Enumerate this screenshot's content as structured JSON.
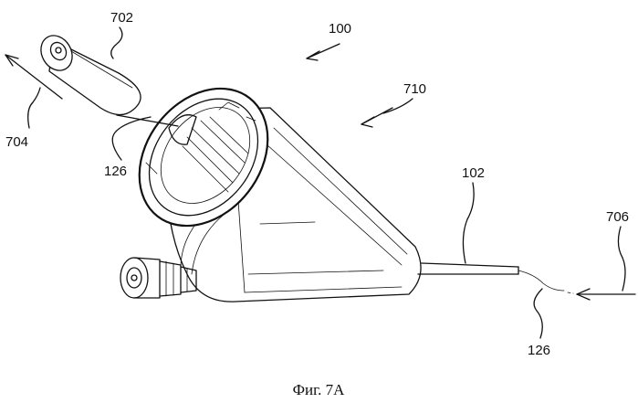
{
  "figure": {
    "caption": "Фиг. 7А",
    "labels": {
      "l702": "702",
      "l100": "100",
      "l710": "710",
      "l704": "704",
      "l126a": "126",
      "l102": "102",
      "l706": "706",
      "l126b": "126"
    }
  }
}
